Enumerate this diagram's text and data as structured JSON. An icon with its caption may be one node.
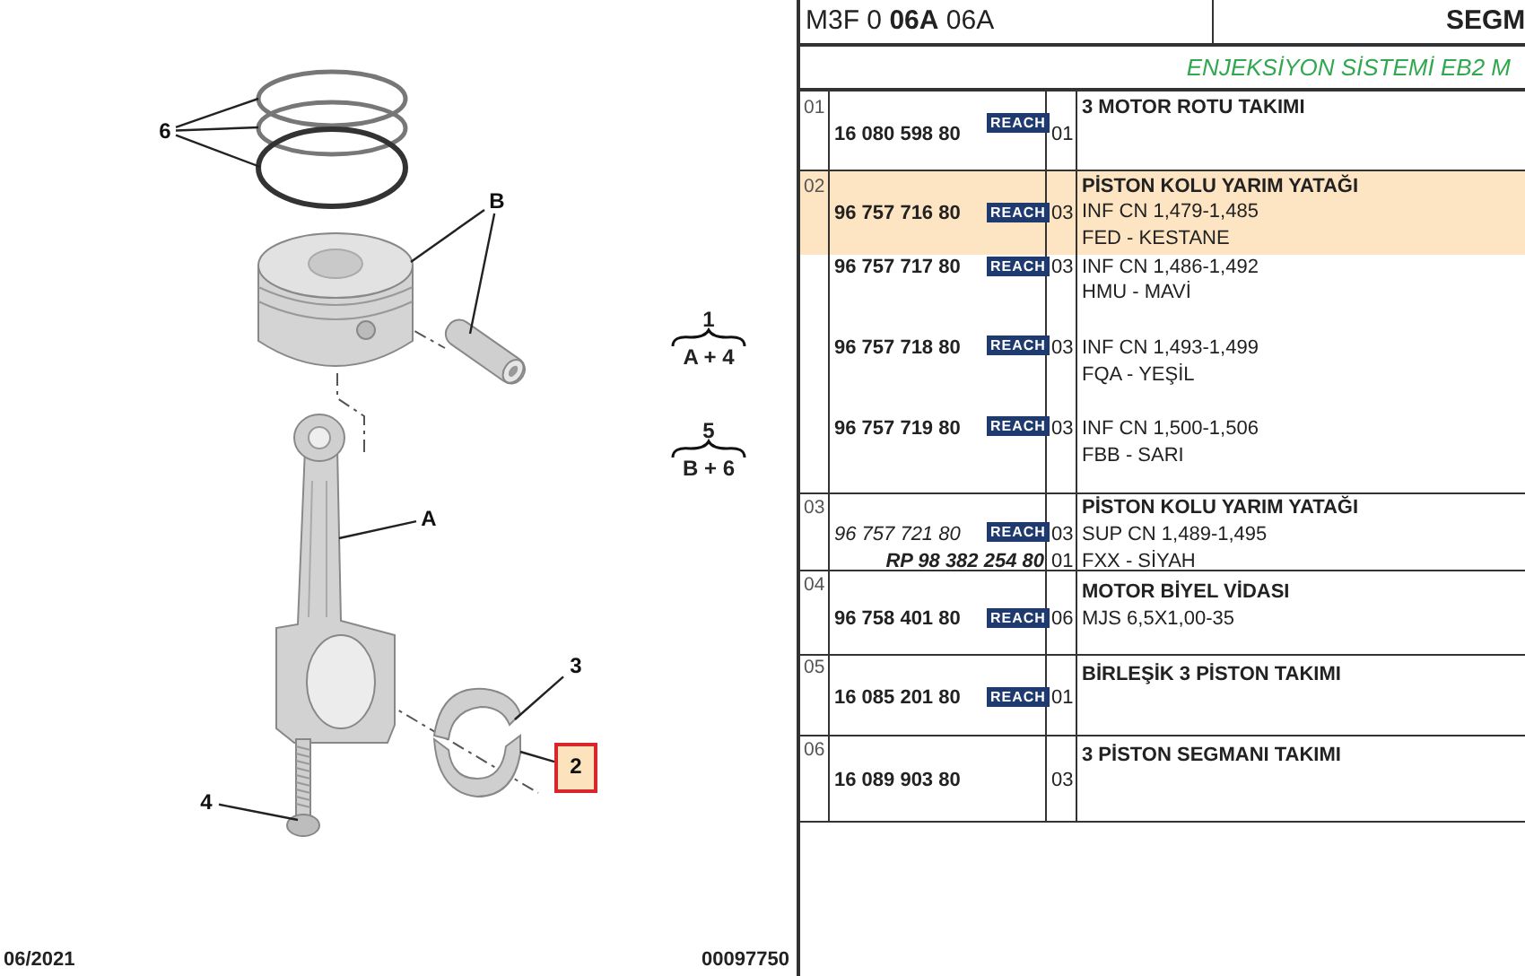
{
  "diagram": {
    "nodes": [
      {
        "text": [
          "6"
        ]
      },
      {
        "text": [],
        "shape": "circle"
      },
      {
        "text": [],
        "shape": "circle"
      },
      {
        "text": [],
        "shape": "circle"
      },
      {
        "text": [],
        "shape": "picture"
      },
      {
        "text": [
          "B"
        ]
      },
      {
        "text": [],
        "shape": "picture"
      },
      {
        "text": [
          "A"
        ]
      },
      {
        "text": [],
        "shape": "picture"
      },
      {
        "text": [
          "3"
        ]
      },
      {
        "text": [],
        "shape": "picture"
      },
      {
        "text": [
          "2"
        ]
      },
      {
        "text": [],
        "shape": "picture"
      },
      {
        "text": [
          "4"
        ]
      },
      {
        "text": [],
        "shape": "picture"
      }
    ],
    "edges": [
      {
        "from": 0,
        "to": 1,
        "arrow": "none"
      },
      {
        "from": 0,
        "to": 2,
        "arrow": "none"
      },
      {
        "from": 0,
        "to": 3,
        "arrow": "none"
      },
      {
        "from": 5,
        "to": 4,
        "arrow": "none"
      },
      {
        "from": 5,
        "to": 6,
        "arrow": "none"
      },
      {
        "from": 7,
        "to": 8,
        "arrow": "none"
      },
      {
        "from": 9,
        "to": 10,
        "arrow": "none"
      },
      {
        "from": 11,
        "to": 12,
        "arrow": "none"
      },
      {
        "from": 13,
        "to": 14,
        "arrow": "none"
      }
    ],
    "labels": [
      "M3F 0 **06A** 06A",
      "SEGM",
      "ENJEKSİYON SİSTEMİ EB2 M",
      "01",
      "16 080 598 80",
      "REACH",
      "01",
      "3 MOTOR ROTU TAKIMI",
      "02",
      "96 757 716 80",
      "REACH",
      "03",
      "PİSTON KOLU YARIM YATAĞI",
      "INF CN 1,479-1,485",
      "FED - KESTANE",
      "96 757 717 80",
      "REACH",
      "03",
      "INF CN 1,486-1,492",
      "HMU - MAVİ",
      "96 757 718 80",
      "REACH",
      "03",
      "INF CN 1,493-1,499",
      "FQA - YEŞİL",
      "96 757 719 80",
      "REACH",
      "03",
      "INF CN 1,500-1,506",
      "FBB - SARI",
      "03",
      "96 757 721 80",
      "REACH",
      "03",
      "PİSTON KOLU YARIM YATAĞI",
      "SUP CN 1,489-1,495",
      "RP 98 382 254 80",
      "01",
      "FXX - SİYAH",
      "04",
      "96 758 401 80",
      "REACH",
      "06",
      "MOTOR BİYEL VİDASI",
      "MJS 6,5X1,00-35",
      "05",
      "16 085 201 80",
      "REACH",
      "01",
      "BİRLEŞİK 3 PİSTON TAKIMI",
      "06",
      "16 089 903 80",
      "03",
      "3 PİSTON SEGMANI TAKIMI",
      "1",
      "A + 4",
      "5",
      "B + 6",
      "06/2021",
      "00097750"
    ]
  }
}
